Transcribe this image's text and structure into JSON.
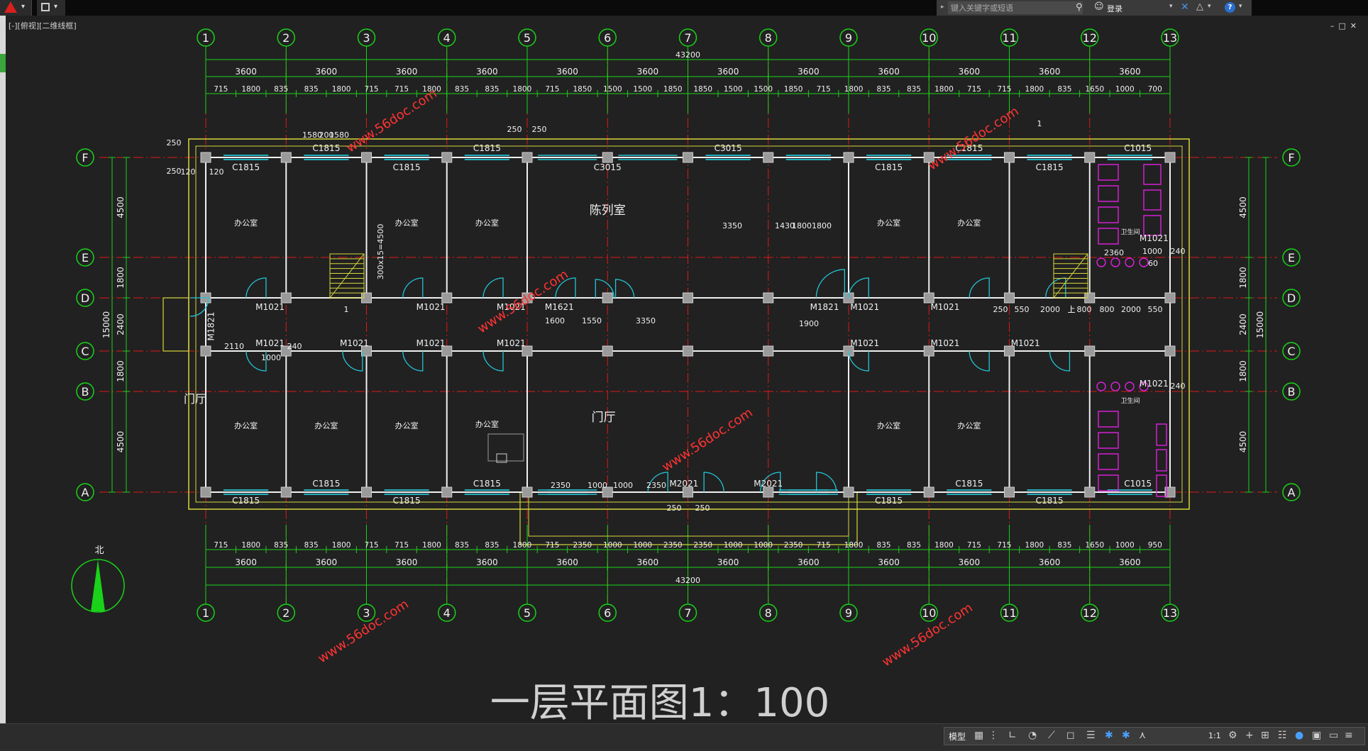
{
  "app": {
    "search_placeholder": "键入关键字或短语",
    "login_label": "登录",
    "viewport_label": "[-][俯视][二维线框]"
  },
  "drawing": {
    "title": "一层平面图1：100",
    "north_label": "北",
    "grid_columns": [
      "1",
      "2",
      "3",
      "4",
      "5",
      "6",
      "7",
      "8",
      "9",
      "10",
      "11",
      "12",
      "13"
    ],
    "grid_rows": [
      "F",
      "E",
      "D",
      "C",
      "B",
      "A"
    ],
    "total_width": "43200",
    "bay_dims": [
      "3600",
      "3600",
      "3600",
      "3600",
      "3600",
      "3600",
      "3600",
      "3600",
      "3600",
      "3600",
      "3600",
      "3600"
    ],
    "top_sub_dims": [
      "715",
      "1800",
      "835",
      "835",
      "1800",
      "715",
      "715",
      "1800",
      "835",
      "835",
      "1800",
      "715",
      "1850",
      "1500",
      "1500",
      "1850",
      "1850",
      "1500",
      "1500",
      "1850",
      "715",
      "1800",
      "835",
      "835",
      "1800",
      "715",
      "715",
      "1800",
      "835",
      "1650",
      "1000",
      "700"
    ],
    "bottom_sub_dims": [
      "715",
      "1800",
      "835",
      "835",
      "1800",
      "715",
      "715",
      "1800",
      "835",
      "835",
      "1800",
      "715",
      "2350",
      "1000",
      "1000",
      "2350",
      "2350",
      "1000",
      "1000",
      "2350",
      "715",
      "1800",
      "835",
      "835",
      "1800",
      "715",
      "715",
      "1800",
      "835",
      "1650",
      "1000",
      "950"
    ],
    "left_dims": [
      "4500",
      "1800",
      "2400",
      "1800",
      "4500"
    ],
    "right_dims": [
      "4500",
      "1800",
      "2400",
      "1800",
      "4500"
    ],
    "overall_height": "15000",
    "rooms": {
      "office": "办公室",
      "exhibition": "陈列室",
      "lobby": "门厅",
      "restroom": "卫生间"
    },
    "window_labels": [
      "C1815",
      "C1815",
      "C1815",
      "C1815",
      "C3015",
      "C3015",
      "C1815",
      "C1815",
      "C1815",
      "C1015",
      "C1815",
      "C1815",
      "C1815",
      "C1815",
      "C1815",
      "C1815",
      "C1815",
      "C1015"
    ],
    "door_labels": [
      "M1021",
      "M1021",
      "M1021",
      "M1621",
      "M1821",
      "M1021",
      "M1021",
      "M1021",
      "M1021",
      "M1021",
      "M1021",
      "M1021",
      "M1021",
      "M1021",
      "M2021",
      "M2021",
      "M1821",
      "M1021",
      "M1021"
    ],
    "misc_dims": [
      "1580",
      "200",
      "1580",
      "250",
      "250",
      "120",
      "120",
      "250",
      "250",
      "3350",
      "1430",
      "1800",
      "1800",
      "1600",
      "1550",
      "3350",
      "2110",
      "1000",
      "240",
      "250",
      "550",
      "2000",
      "800",
      "800",
      "2000",
      "550",
      "2360",
      "1000",
      "240",
      "240",
      "1900",
      "300x15=4500",
      "2350",
      "1000",
      "1000",
      "2350",
      "250",
      "250",
      "1",
      "1",
      "上",
      "上",
      "60"
    ],
    "watermark": "www.56doc.com"
  },
  "status": {
    "model_label": "模型",
    "scale_label": "1:1"
  }
}
